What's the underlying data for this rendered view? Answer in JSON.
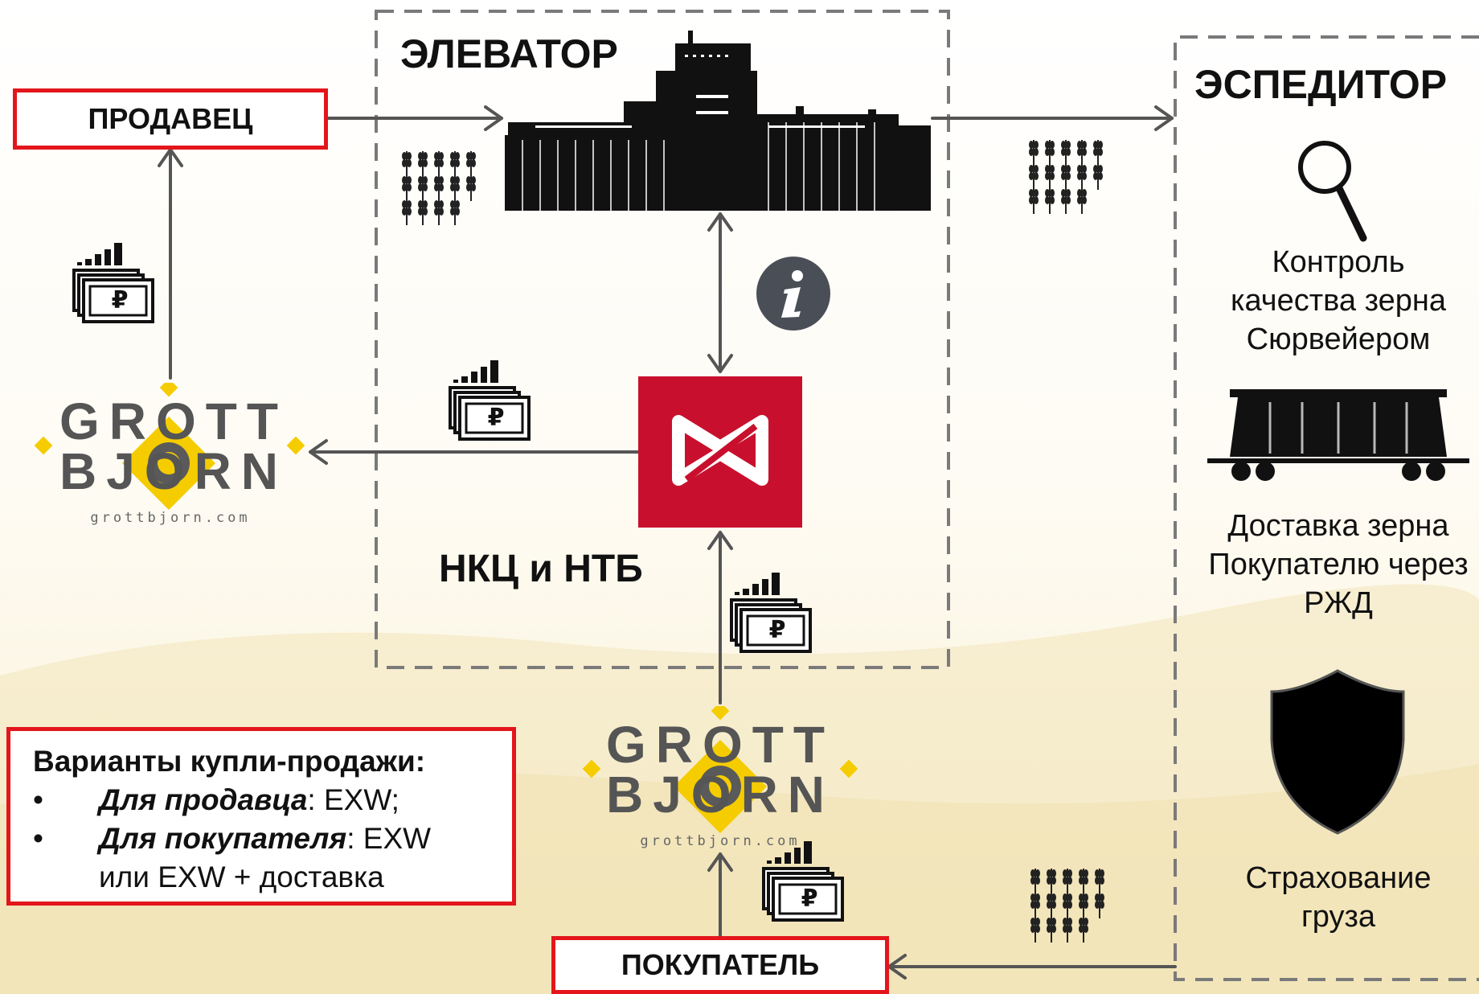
{
  "elevator": {
    "title": "ЭЛЕВАТОР"
  },
  "forwarder": {
    "title": "ЭСПЕДИТОР",
    "quality_control": "Контроль качества зерна Сюрвейером",
    "delivery": "Доставка зерна Покупателю через РЖД",
    "insurance": "Страхование груза"
  },
  "seller": {
    "label": "ПРОДАВЕЦ"
  },
  "buyer": {
    "label": "ПОКУПАТЕЛЬ"
  },
  "clearing": {
    "label": "НКЦ и НТБ"
  },
  "logo": {
    "line1": "GROTT",
    "line2": "BJORN",
    "site": "grottbjorn.com"
  },
  "variants": {
    "title": "Варианты купли-продажи:",
    "seller_role": "Для продавца",
    "seller_terms": ": EXW;",
    "buyer_role": "Для покупателя",
    "buyer_terms": ": EXW или EXW + доставка"
  },
  "money_icon": {
    "symbol": "₽"
  },
  "colors": {
    "accent_red": "#e3161b",
    "moex_red": "#c8102e",
    "logo_yellow": "#f5cc00",
    "dash_gray": "#7a7a7a"
  },
  "icons": [
    "elevator-icon",
    "wheat-icon",
    "money-icon",
    "info-icon",
    "magnifier-icon",
    "railcar-icon",
    "shield-icon",
    "moex-logo",
    "grottbjorn-logo"
  ]
}
